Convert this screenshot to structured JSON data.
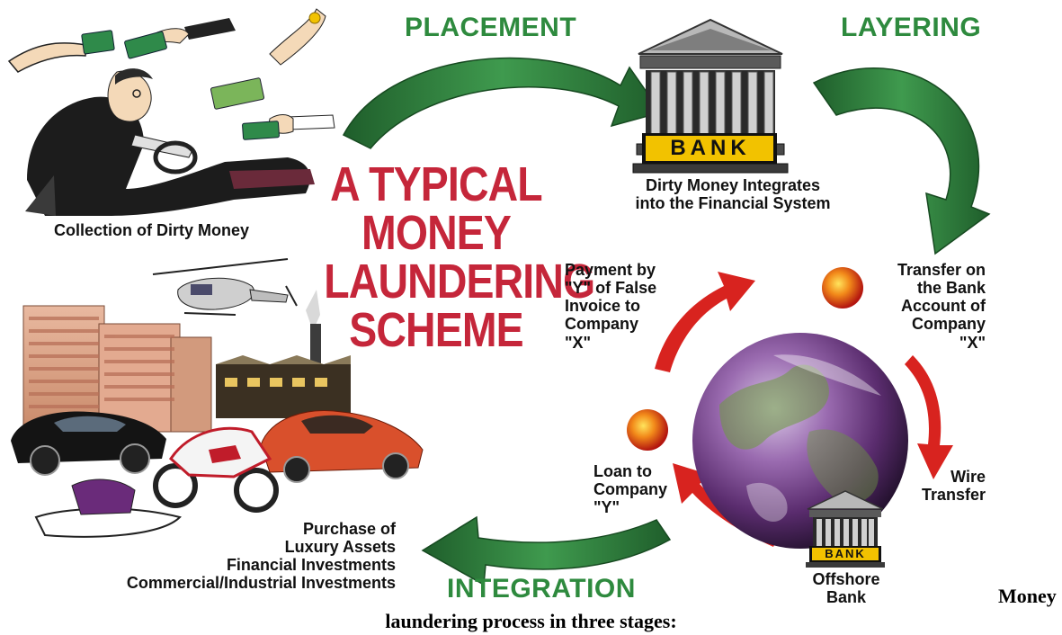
{
  "title_lines": [
    "A TYPICAL",
    "MONEY",
    "LAUNDERING",
    "SCHEME"
  ],
  "stages": {
    "placement": "PLACEMENT",
    "layering": "LAYERING",
    "integration": "INTEGRATION"
  },
  "labels": {
    "collection": "Collection of Dirty Money",
    "bank_caption_1": "Dirty Money Integrates",
    "bank_caption_2": "into the Financial System",
    "bank_sign": "BANK",
    "offshore_sign": "BANK",
    "transfer_1": "Transfer on",
    "transfer_2": "the Bank",
    "transfer_3": "Account of",
    "transfer_4": "Company",
    "transfer_5": "\"X\"",
    "payment_1": "Payment by",
    "payment_2": "\"Y\" of False",
    "payment_3": "Invoice to",
    "payment_4": "Company",
    "payment_5": "\"X\"",
    "wire_1": "Wire",
    "wire_2": "Transfer",
    "loan_1": "Loan to",
    "loan_2": "Company",
    "loan_3": "\"Y\"",
    "offshore_1": "Offshore",
    "offshore_2": "Bank",
    "assets_1": "Purchase of",
    "assets_2": "Luxury Assets",
    "assets_3": "Financial Investments",
    "assets_4": "Commercial/Industrial Investments"
  },
  "caption": {
    "line1": "Money",
    "line2": "laundering process in three stages:"
  },
  "colors": {
    "stage_green": "#2e8a3e",
    "arrow_green": "#2f7d3b",
    "title_red": "#c5263a",
    "arrow_red": "#d8231f",
    "bank_sign_yellow": "#f2c200"
  }
}
